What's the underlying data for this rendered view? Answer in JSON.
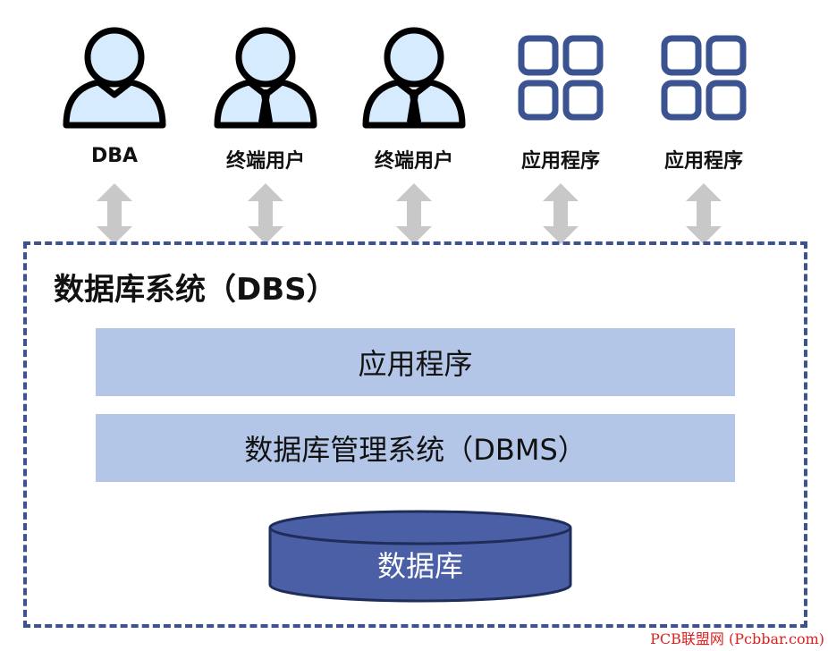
{
  "actors": [
    {
      "label": "DBA",
      "icon": "person-icon"
    },
    {
      "label": "终端用户",
      "icon": "person-tie-icon"
    },
    {
      "label": "终端用户",
      "icon": "person-tie-icon"
    },
    {
      "label": "应用程序",
      "icon": "app-grid-icon"
    },
    {
      "label": "应用程序",
      "icon": "app-grid-icon"
    }
  ],
  "dbs": {
    "title": "数据库系统（DBS）",
    "layers": [
      {
        "label": "应用程序"
      },
      {
        "label": "数据库管理系统（DBMS）"
      }
    ],
    "database": {
      "label": "数据库"
    }
  },
  "watermark": "PCB联盟网 (Pcbbar.com)",
  "colors": {
    "person_fill": "#d6ebfd",
    "outline": "#000000",
    "grid_icon": "#3b5391",
    "arrow": "#c8c8c8",
    "frame": "#3b5391",
    "band": "#b4c6e7",
    "database": "#4a5fa5",
    "watermark": "#e0201e"
  }
}
